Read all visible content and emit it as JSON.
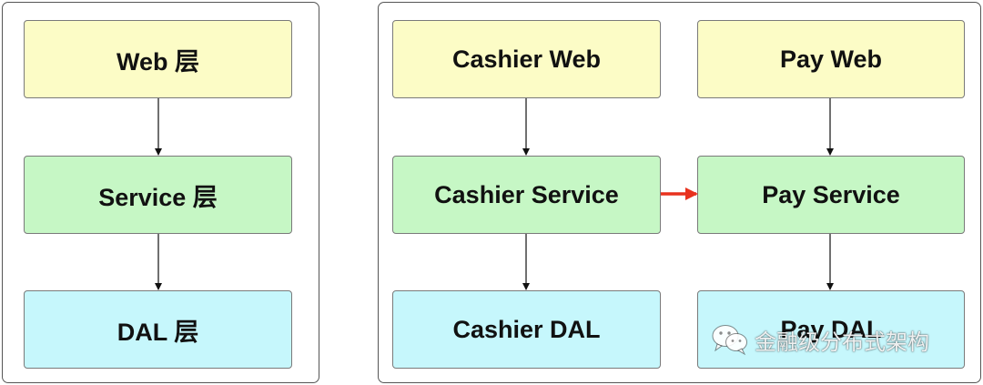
{
  "left_stack": {
    "web": "Web 层",
    "service": "Service 层",
    "dal": "DAL 层"
  },
  "cashier": {
    "web": "Cashier Web",
    "service": "Cashier Service",
    "dal": "Cashier DAL"
  },
  "pay": {
    "web": "Pay Web",
    "service": "Pay Service",
    "dal": "Pay DAL"
  },
  "watermark": {
    "text": "金融级分布式架构",
    "icon": "wechat-icon"
  },
  "colors": {
    "web_fill": "#fcfcc6",
    "service_fill": "#c6f7c5",
    "dal_fill": "#c6f7fc",
    "cross_call_arrow": "#e8321e"
  }
}
